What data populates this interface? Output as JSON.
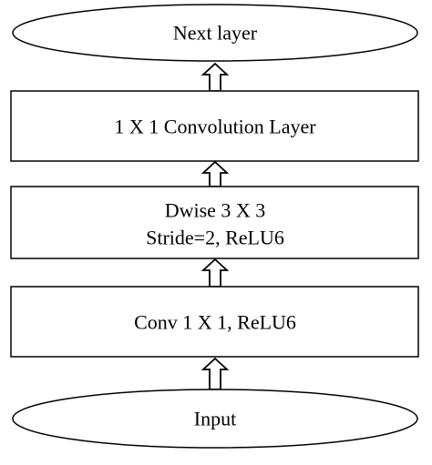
{
  "diagram": {
    "nodes": {
      "next_layer": {
        "label": "Next layer"
      },
      "conv_1x1_layer": {
        "label": "1 X 1 Convolution Layer"
      },
      "dwise": {
        "line1": "Dwise 3 X 3",
        "line2": "Stride=2, ReLU6"
      },
      "conv_relu": {
        "label": "Conv 1 X 1, ReLU6"
      },
      "input": {
        "label": "Input"
      }
    },
    "colors": {
      "stroke": "#000000",
      "fill": "#ffffff",
      "text": "#000000"
    }
  }
}
